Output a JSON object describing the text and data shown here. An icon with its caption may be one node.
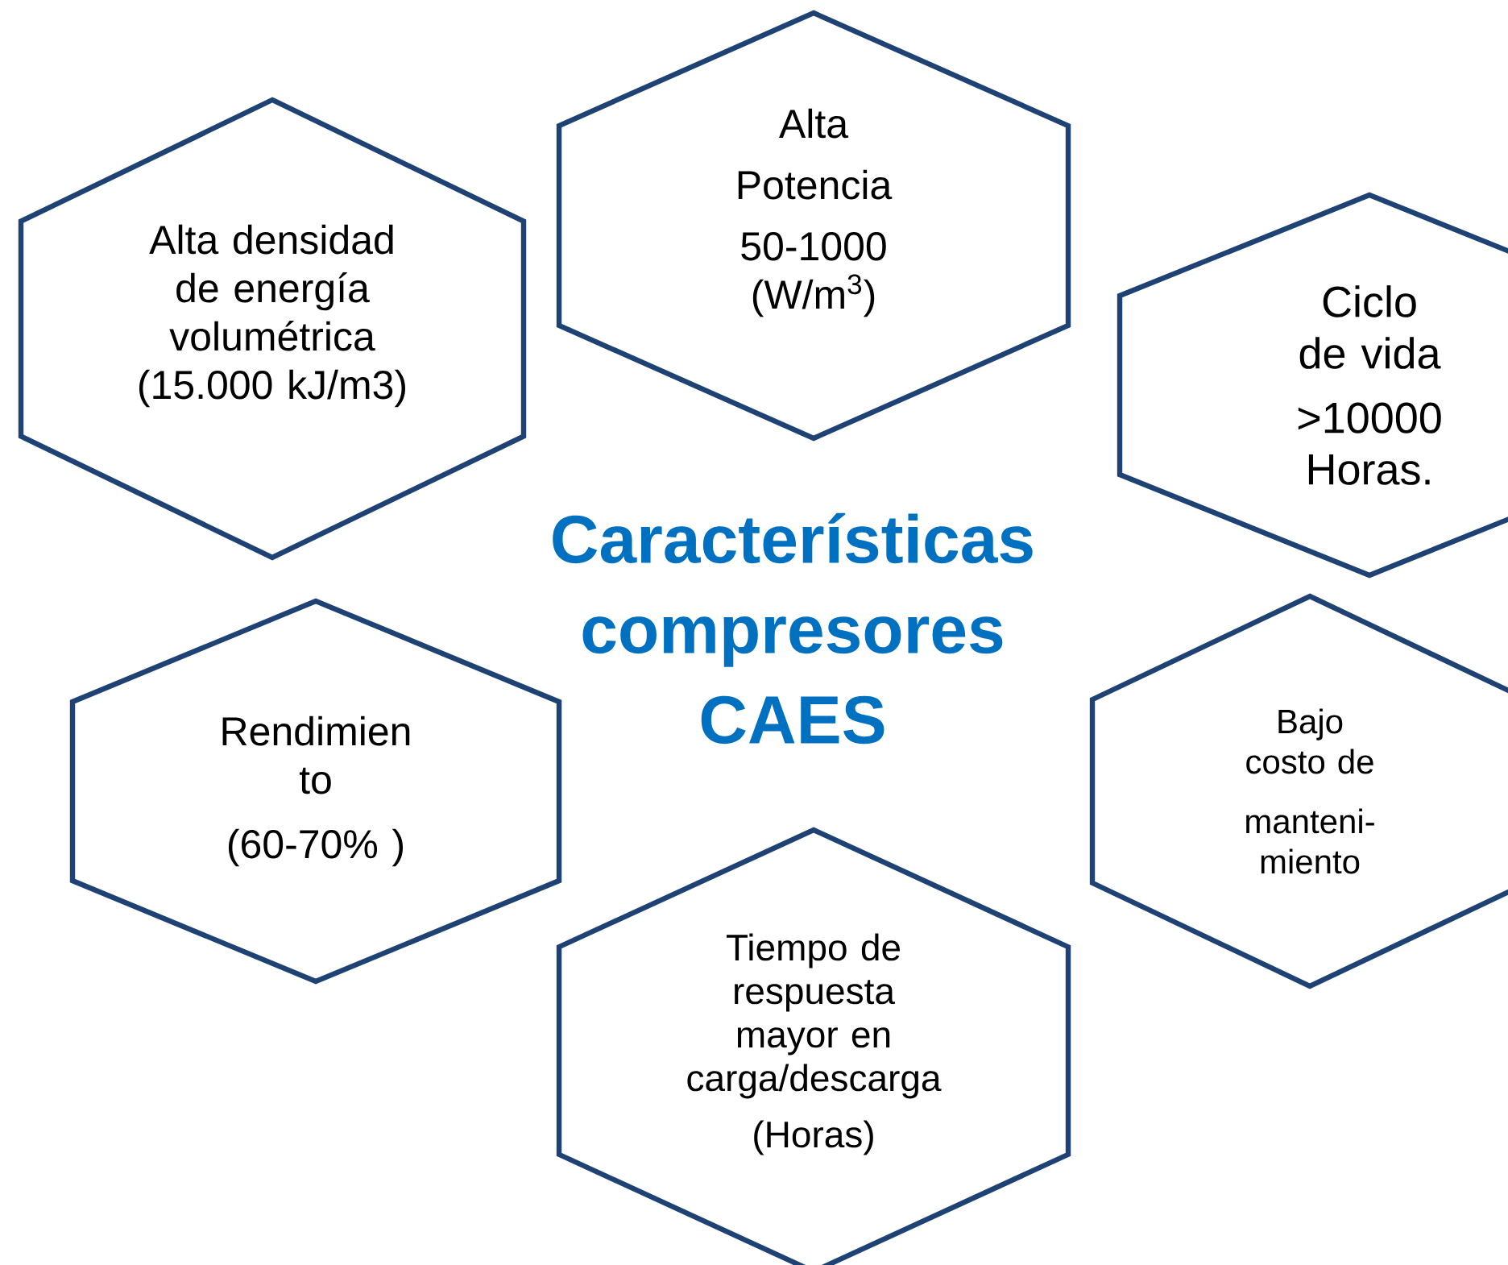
{
  "diagram": {
    "title": "Características compresores CAES",
    "nodes": [
      {
        "text": [
          "Alta densidad de energía volumétrica (15.000 kJ/m3)"
        ]
      },
      {
        "text": [
          "Alta",
          "Potencia",
          "50-1000 (W/m$^{3}$)"
        ]
      },
      {
        "text": [
          "Ciclo de vida",
          ">10000 Horas."
        ]
      },
      {
        "text": [
          "Rendimien to",
          "(60-70% )"
        ]
      },
      {
        "text": [
          "Bajo costo de",
          "manteni- miento"
        ]
      },
      {
        "text": [
          "Tiempo de respuesta mayor en carga/descarga",
          "(Horas)"
        ]
      }
    ]
  }
}
